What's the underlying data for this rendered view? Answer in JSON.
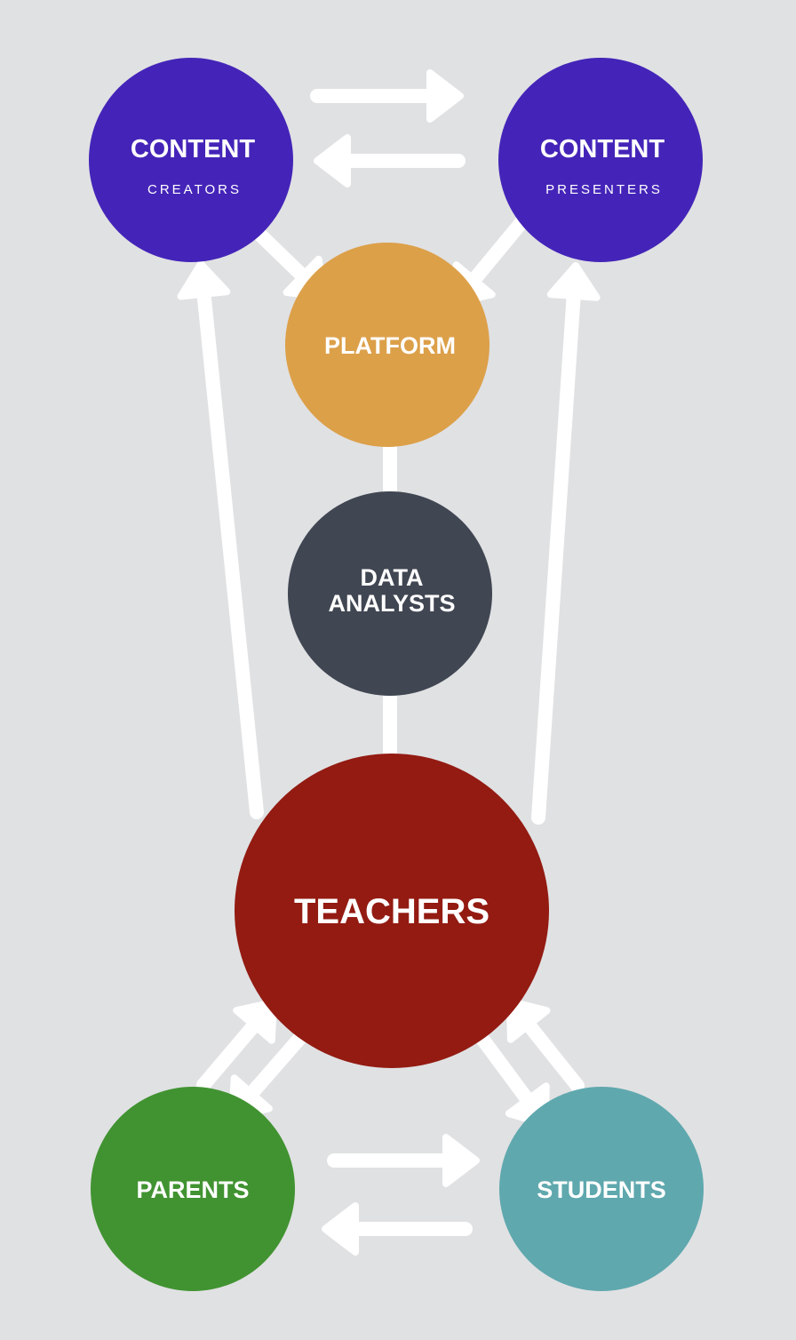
{
  "colors": {
    "background": "#e0e1e3",
    "arrow": "#ffffff",
    "content_creators": "#4424b8",
    "content_presenters": "#4424b8",
    "platform": "#dca049",
    "data_analysts": "#404652",
    "teachers": "#931b12",
    "parents": "#419331",
    "students": "#5fa8ae"
  },
  "nodes": {
    "content_creators": {
      "title": "CONTENT",
      "subtitle": "CREATORS"
    },
    "content_presenters": {
      "title": "CONTENT",
      "subtitle": "PRESENTERS"
    },
    "platform": {
      "title": "PLATFORM"
    },
    "data_analysts": {
      "line1": "DATA",
      "line2": "ANALYSTS"
    },
    "teachers": {
      "title": "TEACHERS"
    },
    "parents": {
      "title": "PARENTS"
    },
    "students": {
      "title": "STUDENTS"
    }
  },
  "arrows": [
    {
      "from": "content_creators",
      "to": "content_presenters"
    },
    {
      "from": "content_presenters",
      "to": "content_creators"
    },
    {
      "from": "content_creators",
      "to": "platform"
    },
    {
      "from": "content_presenters",
      "to": "platform"
    },
    {
      "from": "platform",
      "to": "data_analysts"
    },
    {
      "from": "data_analysts",
      "to": "teachers"
    },
    {
      "from": "teachers",
      "to": "content_creators"
    },
    {
      "from": "teachers",
      "to": "content_presenters"
    },
    {
      "from": "parents",
      "to": "teachers"
    },
    {
      "from": "teachers",
      "to": "parents"
    },
    {
      "from": "students",
      "to": "teachers"
    },
    {
      "from": "teachers",
      "to": "students"
    },
    {
      "from": "parents",
      "to": "students"
    },
    {
      "from": "students",
      "to": "parents"
    }
  ]
}
